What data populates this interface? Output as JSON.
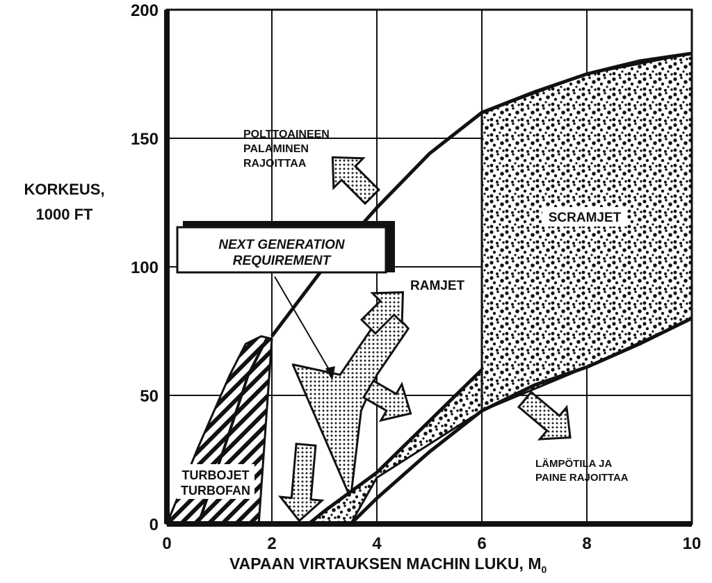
{
  "chart_data": {
    "type": "area",
    "title": "",
    "xlabel": "VAPAAN VIRTAUKSEN MACHIN LUKU, M",
    "xlabel_subscript": "0",
    "ylabel_line1": "KORKEUS,",
    "ylabel_line2": "1000 FT",
    "xlim": [
      0,
      10
    ],
    "ylim": [
      0,
      200
    ],
    "xticks": [
      "0",
      "2",
      "4",
      "6",
      "8",
      "10"
    ],
    "yticks": [
      "0",
      "50",
      "100",
      "150",
      "200"
    ],
    "grid": true,
    "regions": [
      {
        "name": "TURBOJET",
        "label2": "TURBOFAN",
        "pattern": "diagonal-hatch",
        "x": [
          0,
          0.6,
          1.2,
          1.5,
          1.8,
          2.0,
          1.75,
          0
        ],
        "y": [
          0,
          30,
          58,
          70,
          73,
          72,
          0,
          0
        ]
      },
      {
        "name": "RAMJET",
        "pattern": "light-dots",
        "x": [
          2.4,
          3.3,
          4.2,
          4.6,
          4.0,
          3.7,
          3.5
        ],
        "y": [
          62,
          58,
          85,
          76,
          58,
          44,
          10
        ]
      },
      {
        "name": "SCRAMJET",
        "pattern": "heavy-stipple",
        "x": [
          6.0,
          8.0,
          10.0,
          10.0,
          8.0,
          6.0
        ],
        "y": [
          160,
          175,
          183,
          80,
          61,
          44
        ]
      },
      {
        "name": "heating-band",
        "pattern": "heavy-stipple",
        "x": [
          2.7,
          4.0,
          6.0,
          6.0,
          4.0,
          3.5
        ],
        "y": [
          0,
          20,
          60,
          44,
          18,
          0
        ]
      }
    ],
    "boundaries": [
      {
        "name": "combustion-limit",
        "x": [
          2.0,
          3.0,
          4.0,
          5.0,
          6.0,
          7.0,
          8.0,
          9.0,
          10.0
        ],
        "y": [
          73,
          100,
          123,
          144,
          160,
          168,
          175,
          180,
          183
        ]
      },
      {
        "name": "temperature-pressure-limit",
        "x": [
          3.5,
          4.0,
          5.0,
          6.0,
          7.0,
          8.0,
          9.0,
          10.0
        ],
        "y": [
          0,
          10,
          28,
          44,
          54,
          61,
          70,
          80
        ]
      },
      {
        "name": "lower-band-edge",
        "x": [
          2.7,
          3.0,
          4.0,
          5.0,
          6.0
        ],
        "y": [
          0,
          5,
          20,
          40,
          60
        ]
      }
    ],
    "annotations": {
      "fuel_limit": [
        "POLTTOAINEEN",
        "PALAMINEN",
        "RAJOITTAA"
      ],
      "next_gen": [
        "NEXT GENERATION",
        "REQUIREMENT"
      ],
      "ramjet": "RAMJET",
      "scramjet": "SCRAMJET",
      "turbojet": "TURBOJET",
      "turbofan": "TURBOFAN",
      "heat_limit": [
        "LÄMPÖTILA JA",
        "PAINE RAJOITTAA"
      ]
    }
  }
}
